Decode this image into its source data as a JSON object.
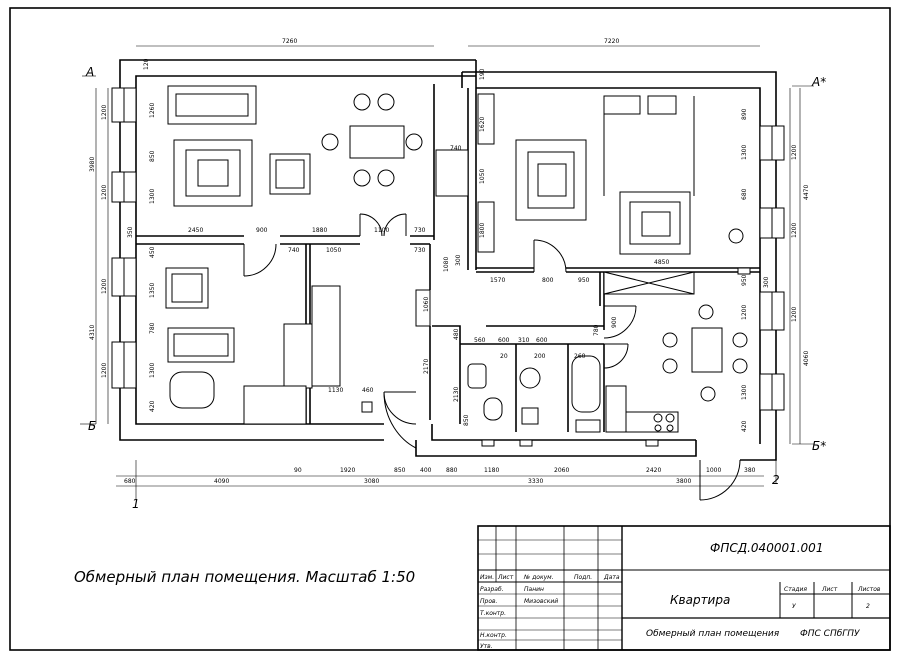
{
  "drawing": {
    "caption": "Обмерный план помещения. Масштаб 1:50",
    "axis_labels": {
      "a_left": "А",
      "a_right": "А*",
      "b_left": "Б",
      "b_right": "Б*",
      "one": "1",
      "two": "2"
    },
    "top_dims": [
      "7260",
      "7220"
    ],
    "top_small": [
      "120",
      "190"
    ],
    "bottom_dims_1": [
      "680",
      "4090",
      "90",
      "1920",
      "850",
      "400",
      "880",
      "1180",
      "2060",
      "2420",
      "1000",
      "380"
    ],
    "bottom_dims_2": [
      "3080",
      "3330",
      "3800"
    ],
    "left_dims_outer": [
      "3980",
      "4310"
    ],
    "left_dims_inner": [
      "1200",
      "1260",
      "850",
      "1300",
      "1200",
      "350",
      "450",
      "1200",
      "1350",
      "780",
      "1300",
      "1200",
      "420"
    ],
    "right_dims_outer": [
      "4470",
      "4060"
    ],
    "right_dims_inner": [
      "890",
      "1300",
      "1200",
      "680",
      "1200",
      "950",
      "300",
      "1200",
      "1200",
      "1300",
      "420"
    ],
    "interior_dims": [
      "2450",
      "900",
      "1880",
      "1100",
      "730",
      "740",
      "1050",
      "730",
      "740",
      "1620",
      "1050",
      "1800",
      "1570",
      "800",
      "950",
      "4850",
      "1080",
      "300",
      "1060",
      "2170",
      "1130",
      "460",
      "480",
      "560",
      "600",
      "310",
      "600",
      "20",
      "200",
      "260",
      "780",
      "900",
      "2130",
      "850"
    ]
  },
  "title_block": {
    "code": "ФПСД.040001.001",
    "header_cols": [
      "Изм.",
      "Лист",
      "№ докум.",
      "Подп.",
      "Дата"
    ],
    "roles": [
      "Разраб.",
      "Пров.",
      "Т.контр.",
      "Н.контр.",
      "Утв."
    ],
    "names": [
      "Панин",
      "Мизовский"
    ],
    "object_name": "Квартира",
    "sheet_title": "Обмерный план помещения",
    "stage_label": "Стадия",
    "sheet_label": "Лист",
    "sheets_label": "Листов",
    "stage_value": "У",
    "sheets_value": "2",
    "org": "ФПС СПбГПУ"
  }
}
